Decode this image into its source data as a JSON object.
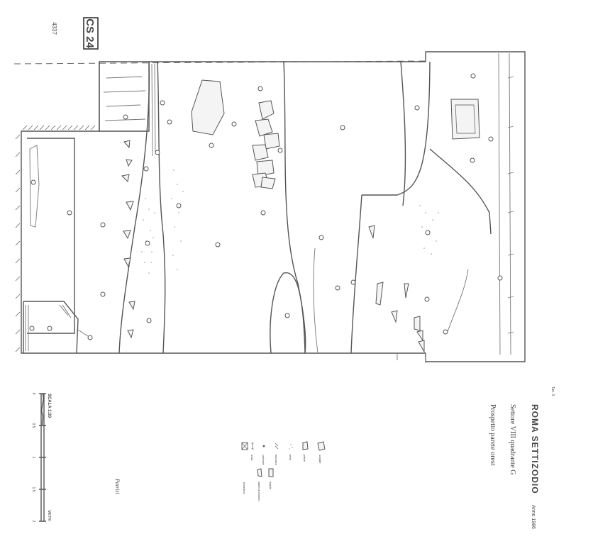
{
  "sheet": {
    "title": "ROMA SETTIZODIO",
    "date": "Anno 1986",
    "sector": "Settore VIII  quadrante G",
    "subtitle": "Prospetto parete orest",
    "tag_code": "CS 24",
    "corner_note": "4337"
  },
  "scale": {
    "label": "SCALA 1:20",
    "units": "METRI",
    "ticks": [
      "0",
      "0.5",
      "1",
      "1.5",
      "2"
    ]
  },
  "legend": [
    {
      "symbol": "stone",
      "label": "scaglie"
    },
    {
      "symbol": "tufa",
      "label": "pietre"
    },
    {
      "symbol": "dots",
      "label": "terra"
    },
    {
      "symbol": "hatch",
      "label": "intonaco"
    },
    {
      "symbol": "charcoal",
      "label": "carbone"
    },
    {
      "symbol": "bone",
      "label": "ossa"
    },
    {
      "symbol": "tile",
      "label": "tegole"
    },
    {
      "symbol": "marble",
      "label": "lastra di marmo"
    },
    {
      "symbol": "box",
      "label": "travertino"
    }
  ],
  "signature": "Patrizi",
  "margin_note": "Tav. 3",
  "marker_count": 42
}
